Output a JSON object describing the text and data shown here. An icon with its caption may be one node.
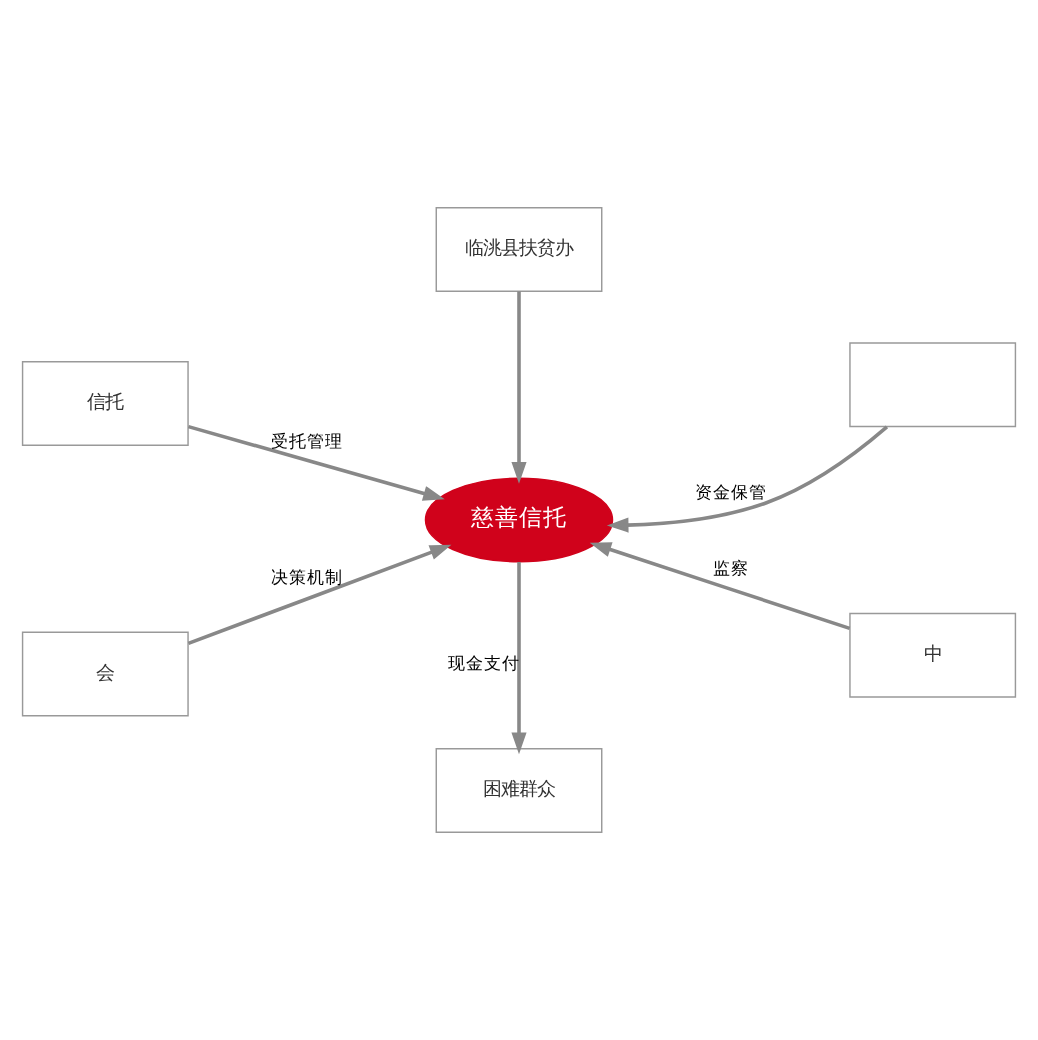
{
  "diagram": {
    "nodes": [
      {
        "text": [
          "临洮县扶贫办"
        ]
      },
      {
        "text": [
          "信托"
        ]
      },
      {
        "text": [
          "会"
        ]
      },
      {
        "text": [
          "慈善信托"
        ]
      },
      {
        "text": [],
        "shape": "box"
      },
      {
        "text": [
          "中"
        ]
      },
      {
        "text": [
          "困难群众"
        ]
      }
    ],
    "edges": [
      {
        "from": 0,
        "to": 3,
        "arrow": "to"
      },
      {
        "from": 1,
        "to": 3,
        "arrow": "to",
        "label": "受托管理"
      },
      {
        "from": 2,
        "to": 3,
        "arrow": "to",
        "label": "决策机制"
      },
      {
        "from": 4,
        "to": 3,
        "arrow": "to",
        "label": "资金保管"
      },
      {
        "from": 5,
        "to": 3,
        "arrow": "to",
        "label": "监察"
      },
      {
        "from": 3,
        "to": 6,
        "arrow": "to",
        "label": "现金支付"
      }
    ]
  }
}
